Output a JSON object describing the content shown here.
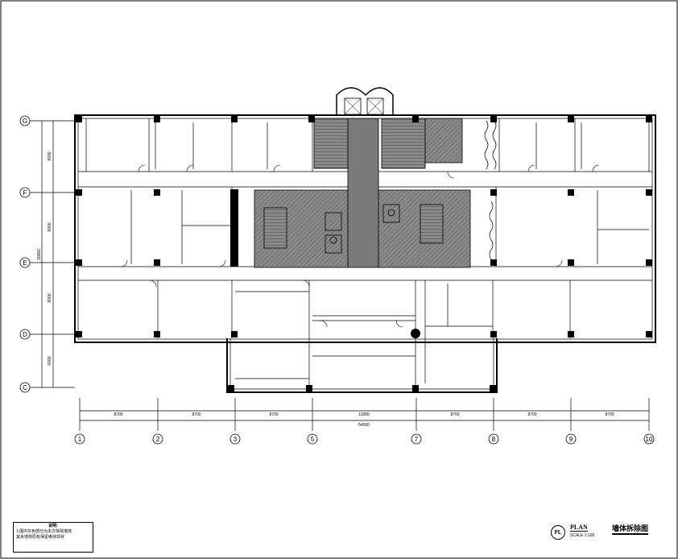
{
  "grid": {
    "columns": [
      {
        "label": "1",
        "dim": "8700"
      },
      {
        "label": "2",
        "dim": "8700"
      },
      {
        "label": "3",
        "dim": "8700"
      },
      {
        "label": "5",
        "dim": "11800"
      },
      {
        "label": "7",
        "dim": "8700"
      },
      {
        "label": "8",
        "dim": "8700"
      },
      {
        "label": "9",
        "dim": "8700"
      },
      {
        "label": "10",
        "dim": ""
      }
    ],
    "rows": [
      {
        "label": "G",
        "dim": "8000"
      },
      {
        "label": "F",
        "dim": "8000"
      },
      {
        "label": "E",
        "dim": "8000"
      },
      {
        "label": "D",
        "dim": "6000"
      },
      {
        "label": "C",
        "dim": ""
      }
    ],
    "total_horizontal": "64000",
    "total_vertical": "30000"
  },
  "notes": {
    "title": "说明:",
    "line1": "1.图中灰色部分为本次拆除墙体",
    "line2": "其余墙体原有保留维持现状"
  },
  "title_block": {
    "circle_label": "PL",
    "plan_label": "PLAN",
    "scale": "SCALE  1:100",
    "drawing_title": "墙体拆除图"
  },
  "colors": {
    "line": "#000000",
    "demolition_hatch": "#808080"
  }
}
